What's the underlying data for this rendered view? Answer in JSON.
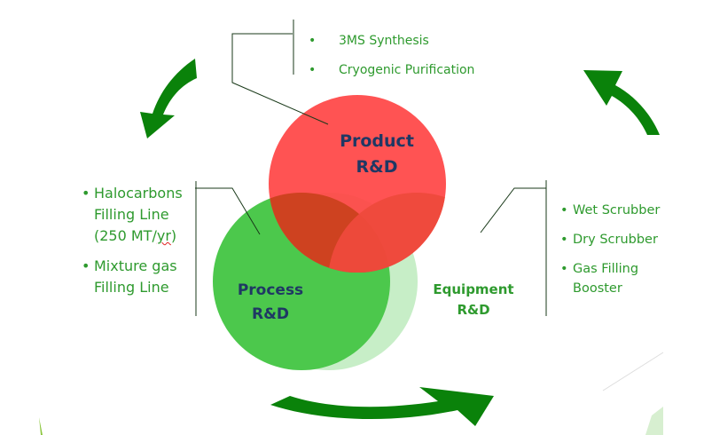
{
  "colors": {
    "arrow": "#0a820a",
    "text_green": "#2e9a2e",
    "label_navy": "#1f3864",
    "product_circle": "#ff4d4f",
    "process_circle": "#4cc84c",
    "equipment_circle": "#c7eec7",
    "connector": "#1a3a1a"
  },
  "circles": {
    "product": {
      "title": "Product",
      "subtitle": "R&D"
    },
    "process": {
      "title": "Process",
      "subtitle": "R&D"
    },
    "equipment": {
      "title": "Equipment",
      "subtitle": "R&D"
    }
  },
  "product_items": [
    "3MS Synthesis",
    "Cryogenic Purification"
  ],
  "process_items": [
    {
      "lines": [
        "Halocarbons",
        "Filling Line",
        "(250 MT/yr)"
      ]
    },
    {
      "lines": [
        "Mixture gas",
        "Filling Line"
      ]
    }
  ],
  "equipment_items": [
    {
      "lines": [
        "Wet Scrubber"
      ]
    },
    {
      "lines": [
        "Dry Scrubber"
      ]
    },
    {
      "lines": [
        "Gas Filling",
        "Booster"
      ]
    }
  ],
  "bullet": "•",
  "arrows": [
    "cycle-arrow-top-left",
    "cycle-arrow-top-right",
    "cycle-arrow-bottom"
  ]
}
